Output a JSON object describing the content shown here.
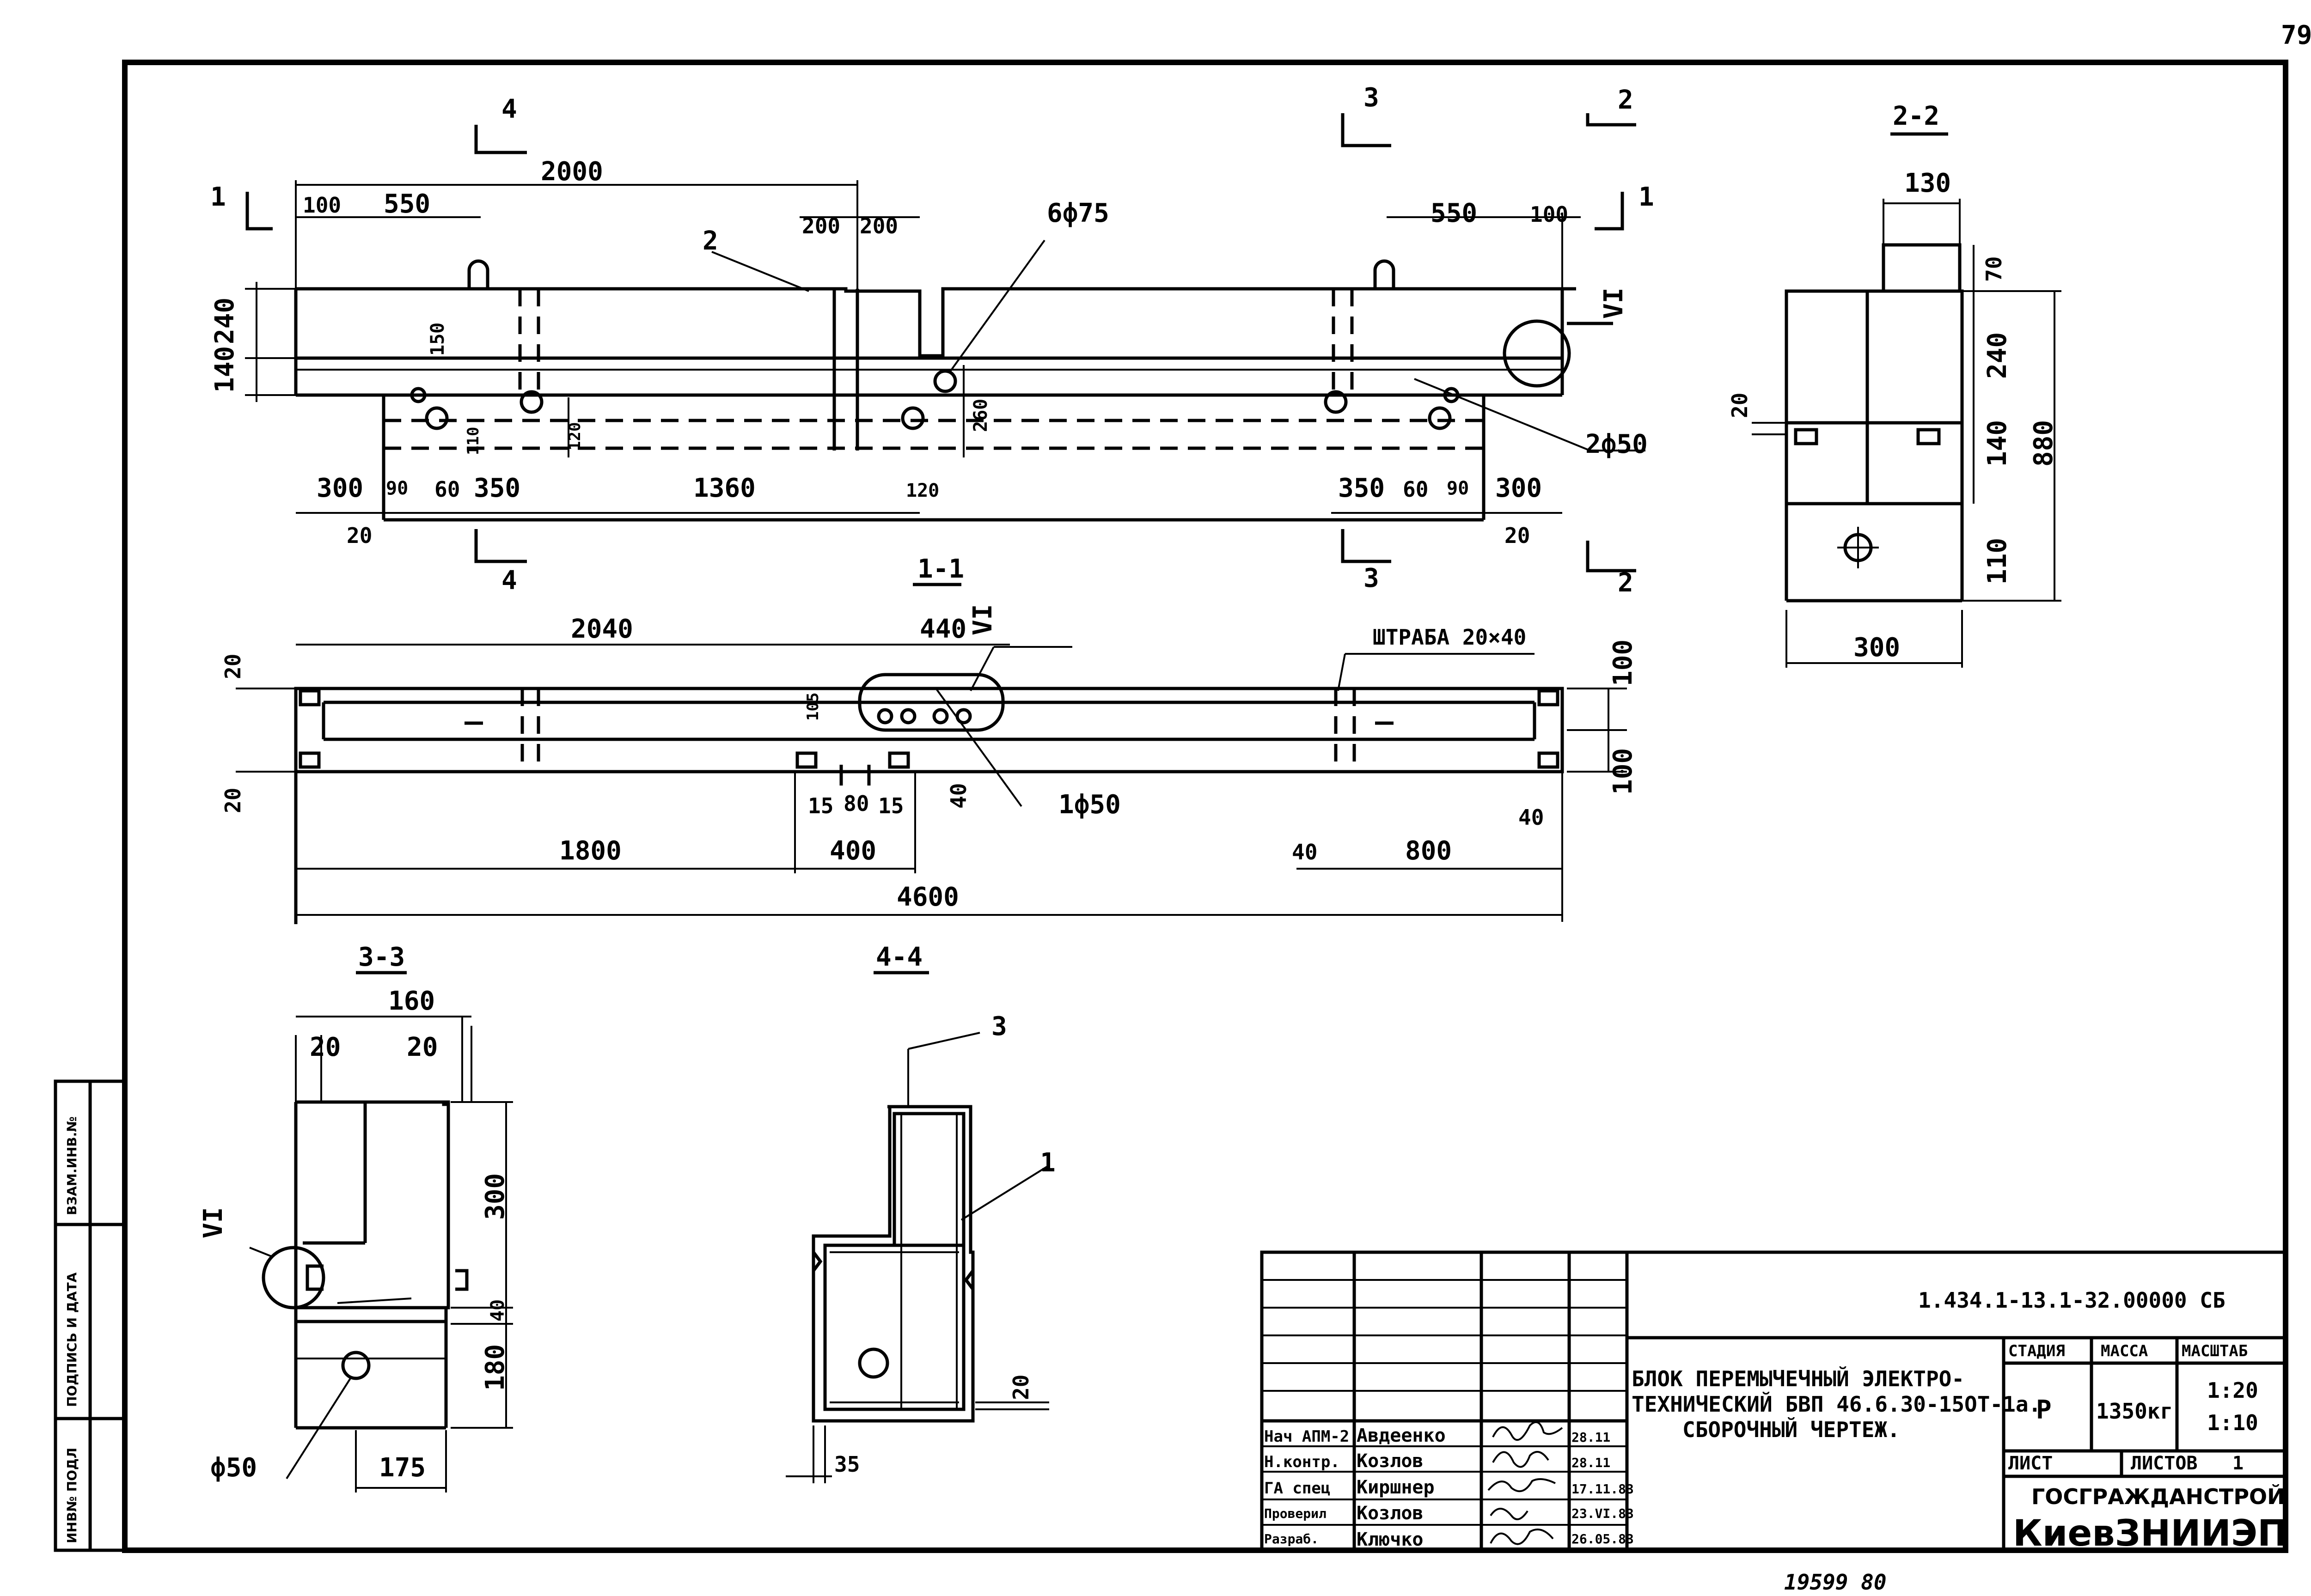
{
  "sheet": {
    "page_number": "79",
    "bottom_number": "19599 80"
  },
  "side_stamp": {
    "col1": "ИНВ№ ПОДЛ",
    "col2": "ПОДПИСЬ И ДАТА",
    "col3": "ВЗАМ.ИНВ.№"
  },
  "sections": {
    "s11": "1-1",
    "s22": "2-2",
    "s33": "3-3",
    "s44": "4-4"
  },
  "cut_marks": {
    "c1": "1",
    "c2": "2",
    "c3": "3",
    "c4": "4"
  },
  "callouts": {
    "c1": "1",
    "c2": "2",
    "c3": "3",
    "node": "VI"
  },
  "dims_plan": {
    "d2000": "2000",
    "d100a": "100",
    "d550a": "550",
    "d200a": "200",
    "d200b": "200",
    "d6f75": "6ф75",
    "d550b": "550",
    "d100b": "100",
    "d240": "240",
    "d140": "140",
    "d150": "150",
    "d110": "110",
    "d120": "120",
    "d260": "260",
    "d2f50": "2ф50",
    "d300a": "300",
    "d90a": "90",
    "d60a": "60",
    "d350a": "350",
    "d1360": "1360",
    "d120b": "120",
    "d350b": "350",
    "d60b": "60",
    "d90b": "90",
    "d300b": "300",
    "d20a": "20",
    "d20b": "20"
  },
  "dims_elev": {
    "d2040": "2040",
    "d440": "440",
    "shtraba": "ШТРАБА 20×40",
    "d20a": "20",
    "d20b": "20",
    "d105": "105",
    "d100a": "100",
    "d100b": "100",
    "d15a": "15",
    "d80": "80",
    "d15b": "15",
    "d40a": "40",
    "d1f50": "1ф50",
    "d40b": "40",
    "d1800": "1800",
    "d400": "400",
    "d40c": "40",
    "d800": "800",
    "d4600": "4600"
  },
  "dims_22": {
    "d130": "130",
    "d70": "70",
    "d240": "240",
    "d20": "20",
    "d140": "140",
    "d880": "880",
    "d110": "110",
    "d300": "300"
  },
  "dims_33": {
    "d160": "160",
    "d20a": "20",
    "d20b": "20",
    "d300": "300",
    "d40": "40",
    "d180": "180",
    "d50": "ф50",
    "d175": "175"
  },
  "dims_44": {
    "d20": "20",
    "d35": "35"
  },
  "title_block": {
    "code": "1.434.1-13.1-32.00000 СБ",
    "name1": "БЛОК ПЕРЕМЫЧЕЧНЫЙ ЭЛЕКТРО-",
    "name2": "ТЕХНИЧЕСКИЙ БВП 46.6.30-15ОТ-1а.",
    "name3": "СБОРОЧНЫЙ ЧЕРТЕЖ.",
    "stage_h": "СТАДИЯ",
    "mass_h": "МАССА",
    "scale_h": "МАСШТАБ",
    "stage": "Р",
    "mass": "1350кг",
    "scale1": "1:20",
    "scale2": "1:10",
    "sheet_h": "ЛИСТ",
    "sheets_h": "ЛИСТОВ",
    "sheets": "1",
    "org1": "ГОСГРАЖДАНСТРОЙ",
    "org2": "КиевЗНИИЭП",
    "people": [
      {
        "role": "Нач АПМ-2",
        "name": "Авдеенко",
        "date": "28.11"
      },
      {
        "role": "Н.контр.",
        "name": "Козлов",
        "date": "28.11"
      },
      {
        "role": "ГА спец",
        "name": "Киршнер",
        "date": "17.11.83"
      },
      {
        "role": "Проверил",
        "name": "Козлов",
        "date": "23.VI.83"
      },
      {
        "role": "Разраб.",
        "name": "Ключко",
        "date": "26.05.83"
      }
    ]
  }
}
